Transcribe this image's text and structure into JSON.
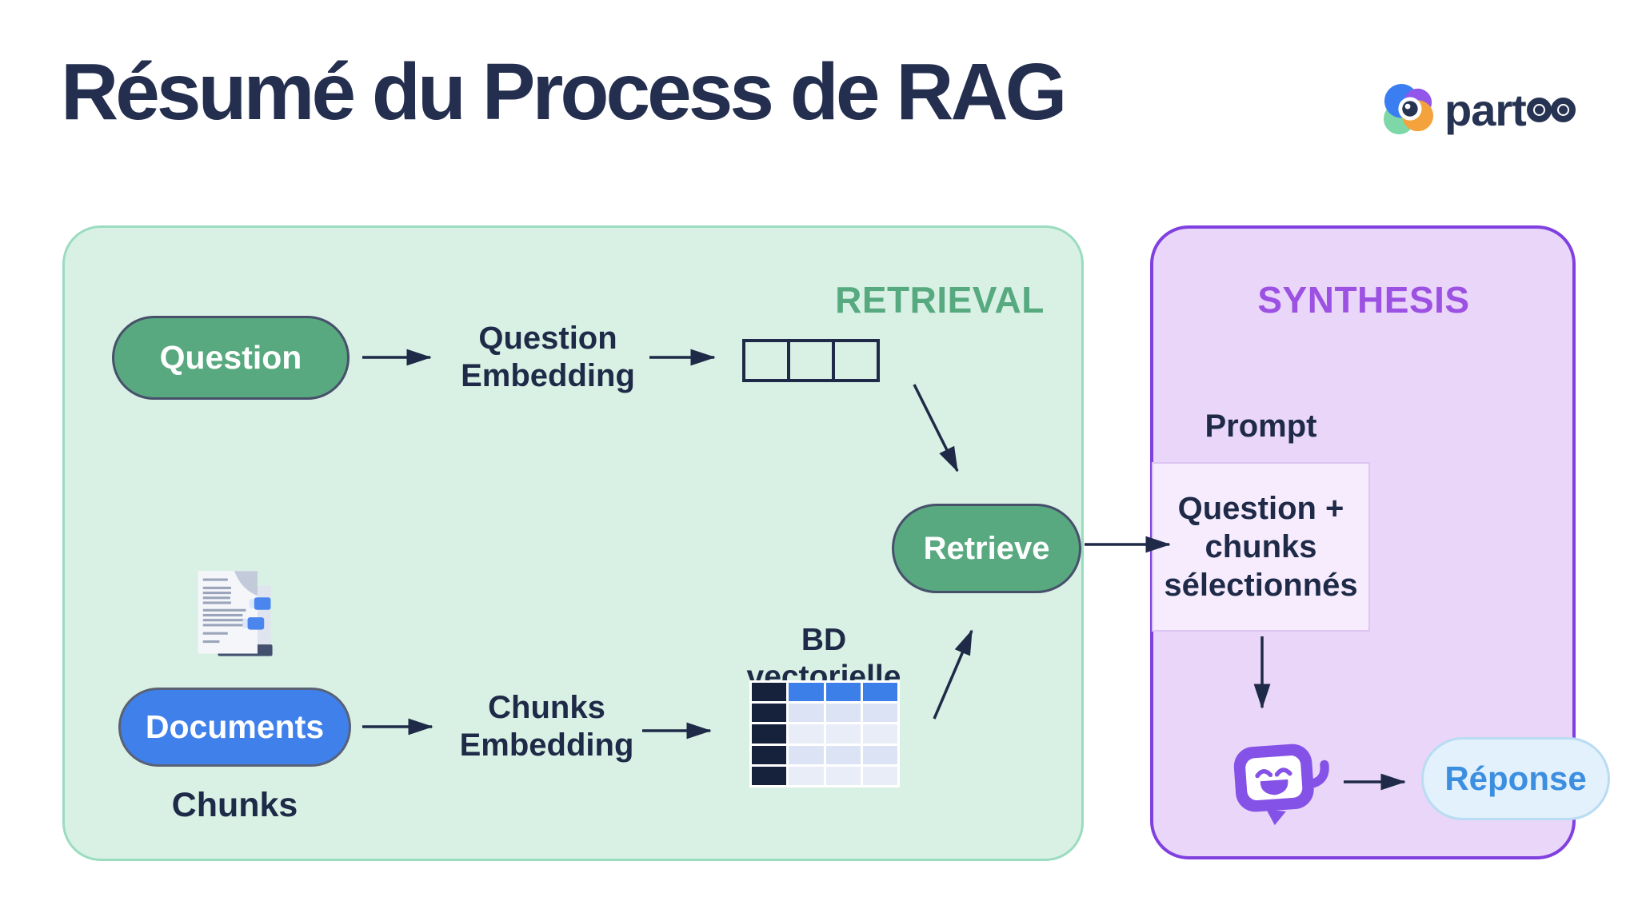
{
  "page": {
    "title": "Résumé du Process de RAG"
  },
  "brand": {
    "name": "partoo",
    "name_head": "part"
  },
  "retrieval": {
    "heading": "RETRIEVAL",
    "question_pill": "Question",
    "question_embedding_line1": "Question",
    "question_embedding_line2": "Embedding",
    "retrieve_pill": "Retrieve",
    "documents_pill": "Documents",
    "chunks_caption": "Chunks",
    "chunks_embedding_line1": "Chunks",
    "chunks_embedding_line2": "Embedding",
    "vector_db_label": "BD vectorielle"
  },
  "synthesis": {
    "heading": "SYNTHESIS",
    "prompt_label": "Prompt",
    "prompt_line1": "Question +",
    "prompt_line2": "chunks",
    "prompt_line3": "sélectionnés",
    "response_pill": "Réponse"
  },
  "colors": {
    "title_navy": "#242e4e",
    "diagram_ink": "#1e2a47",
    "retrieval_green": "#57aa80",
    "synthesis_purple": "#9c51e2",
    "question_pill_green": "#58a97f",
    "documents_pill_blue": "#3f80eb",
    "retrieval_panel_bg": "#d9f1e4",
    "retrieval_panel_border": "#9adcc0",
    "synthesis_panel_bg": "#e9d6f9",
    "synthesis_panel_border": "#8040e0",
    "response_pill_bg": "#e2f1fb",
    "response_text_blue": "#3c8ee0",
    "table_header_blue": "#3d7fe8",
    "table_dark_navy": "#16223c"
  }
}
